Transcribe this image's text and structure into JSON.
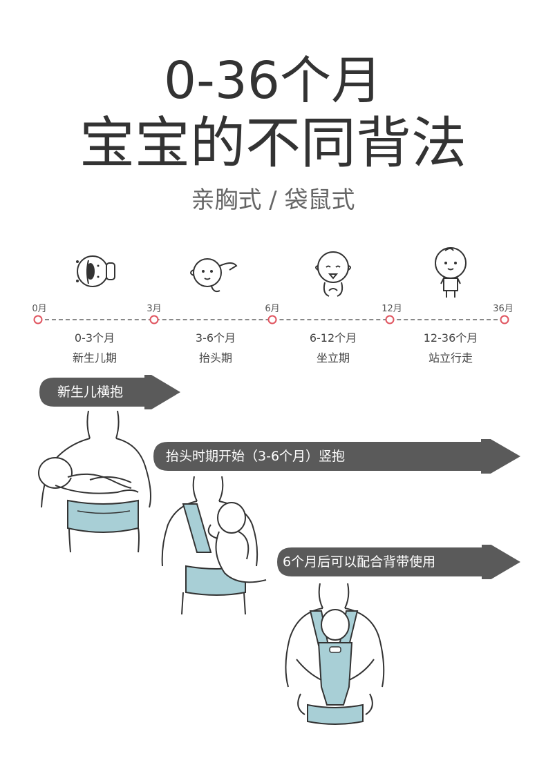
{
  "title": {
    "line1": "0-36个月",
    "line2": "宝宝的不同背法"
  },
  "subtitle": "亲胸式 / 袋鼠式",
  "timeline": {
    "months": [
      "0月",
      "3月",
      "6月",
      "12月",
      "36月"
    ],
    "stages": [
      {
        "range": "0-3个月",
        "name": "新生儿期",
        "icon": "newborn-baby-icon"
      },
      {
        "range": "3-6个月",
        "name": "抬头期",
        "icon": "crawling-baby-icon"
      },
      {
        "range": "6-12个月",
        "name": "坐立期",
        "icon": "sitting-baby-icon"
      },
      {
        "range": "12-36个月",
        "name": "站立行走",
        "icon": "standing-baby-icon"
      }
    ],
    "dot_color": "#e05560"
  },
  "arrows": [
    {
      "label": "新生儿横抱"
    },
    {
      "label": "抬头时期开始（3-6个月）竖抱"
    },
    {
      "label": "6个月后可以配合背带使用"
    }
  ],
  "colors": {
    "arrow": "#5a5a5a",
    "carrier": "#a8cfd6",
    "text": "#333333"
  }
}
